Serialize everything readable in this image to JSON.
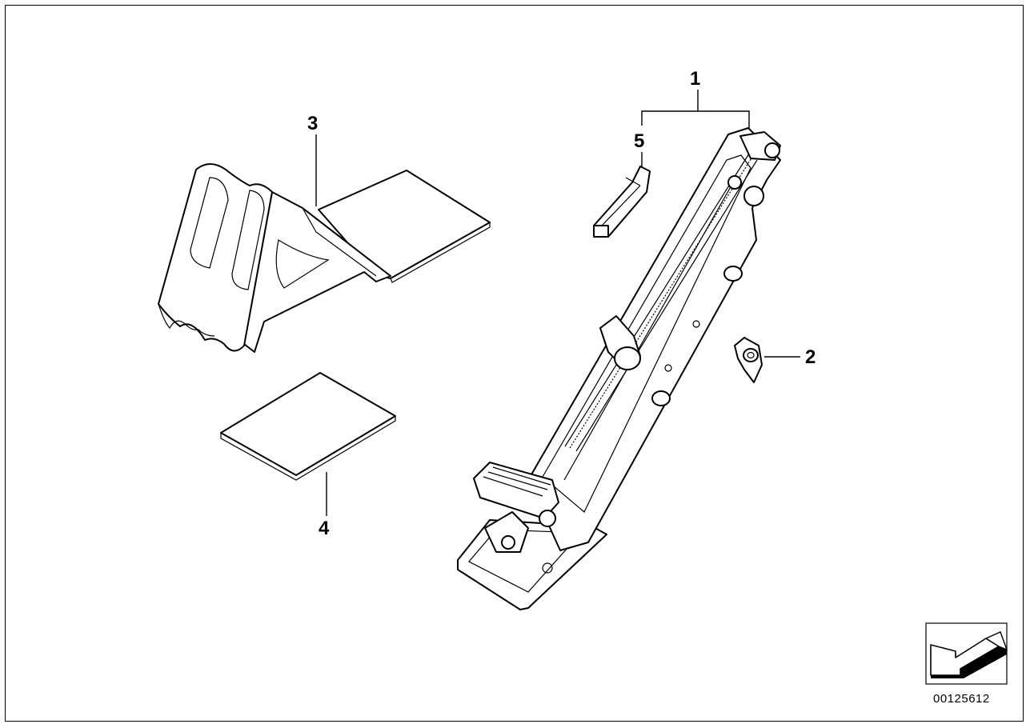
{
  "callouts": {
    "c1": "1",
    "c2": "2",
    "c3": "3",
    "c4": "4",
    "c5": "5"
  },
  "reference_number": "00125612",
  "icons": {
    "orientation": "arrow-orientation-icon"
  }
}
